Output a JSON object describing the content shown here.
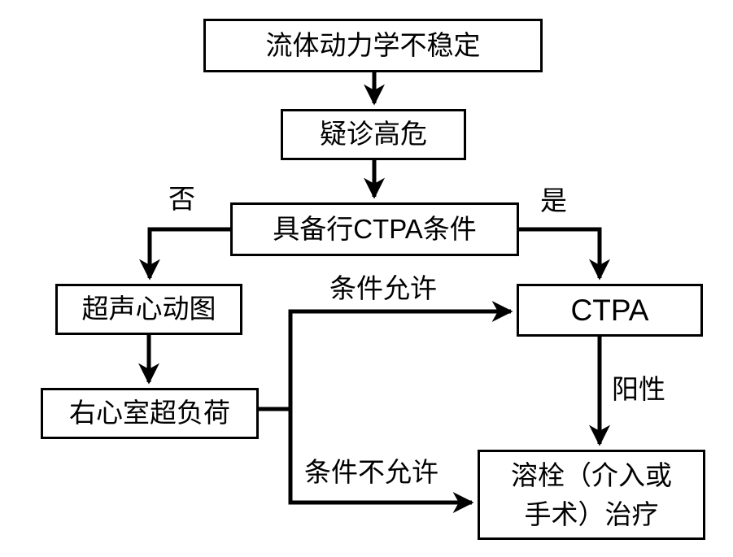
{
  "diagram": {
    "type": "flowchart",
    "language": "zh-CN",
    "topic": "high-risk pulmonary embolism diagnostic pathway",
    "colors": {
      "background": "#ffffff",
      "box_border": "#000000",
      "box_fill": "#ffffff",
      "line": "#000000",
      "text": "#000000"
    },
    "nodes": [
      {
        "id": "hemodynamic-instability",
        "label": "流体动力学不稳定"
      },
      {
        "id": "suspected-high-risk",
        "label": "疑诊高危"
      },
      {
        "id": "ctpa-eligibility",
        "label": "具备行CTPA条件"
      },
      {
        "id": "echocardiography",
        "label": "超声心动图"
      },
      {
        "id": "rv-overload",
        "label": "右心室超负荷"
      },
      {
        "id": "ctpa",
        "label": "CTPA"
      },
      {
        "id": "thrombolysis",
        "label": "溶栓（介入或手术）治疗",
        "lines": [
          "溶栓（介入或",
          "手术）治疗"
        ]
      }
    ],
    "edge_labels": {
      "no": "否",
      "yes": "是",
      "conditions_permit": "条件允许",
      "conditions_not_permit": "条件不允许",
      "positive": "阳性"
    },
    "edges": [
      {
        "from": "hemodynamic-instability",
        "to": "suspected-high-risk",
        "label": ""
      },
      {
        "from": "suspected-high-risk",
        "to": "ctpa-eligibility",
        "label": ""
      },
      {
        "from": "ctpa-eligibility",
        "to": "echocardiography",
        "label": "否"
      },
      {
        "from": "ctpa-eligibility",
        "to": "ctpa",
        "label": "是"
      },
      {
        "from": "echocardiography",
        "to": "rv-overload",
        "label": ""
      },
      {
        "from": "rv-overload",
        "to": "ctpa",
        "label": "条件允许"
      },
      {
        "from": "rv-overload",
        "to": "thrombolysis",
        "label": "条件不允许"
      },
      {
        "from": "ctpa",
        "to": "thrombolysis",
        "label": "阳性"
      }
    ]
  }
}
